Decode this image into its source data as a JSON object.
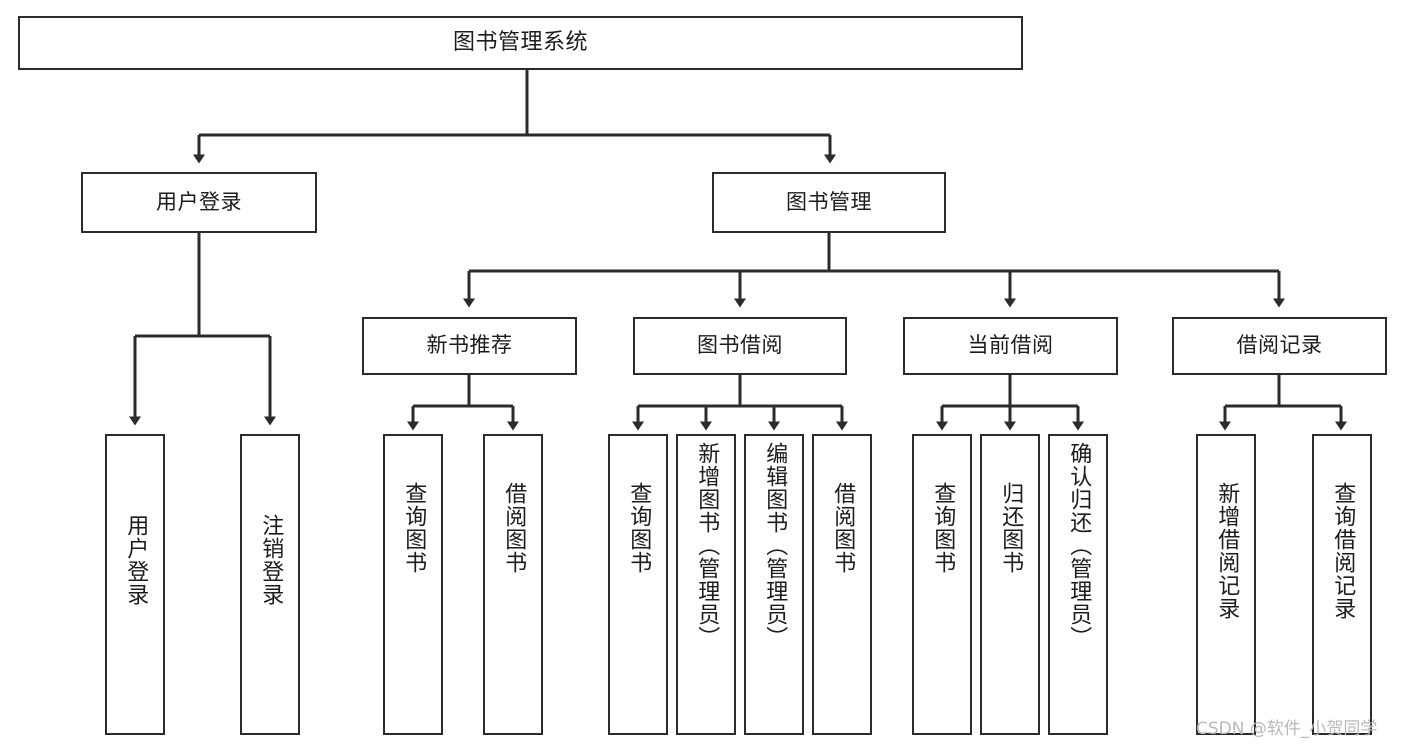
{
  "diagram": {
    "title": "图书管理系统",
    "type": "tree",
    "watermark": "CSDN @软件_小贺同学",
    "colors": {
      "box_border": "#2b2b2b",
      "box_fill": "#ffffff",
      "connector": "#2b2b2b",
      "text": "#1c1c1c",
      "watermark": "#b9b9b9"
    },
    "levels": {
      "root": "图书管理系统",
      "level2": [
        "用户登录",
        "图书管理"
      ],
      "level3": [
        "新书推荐",
        "图书借阅",
        "当前借阅",
        "借阅记录"
      ]
    },
    "nodes": {
      "root": {
        "label": "图书管理系统"
      },
      "user_login": {
        "label": "用户登录"
      },
      "book_manage": {
        "label": "图书管理"
      },
      "new_book_rec": {
        "label": "新书推荐"
      },
      "book_borrow": {
        "label": "图书借阅"
      },
      "current_borrow": {
        "label": "当前借阅"
      },
      "borrow_record": {
        "label": "借阅记录"
      },
      "leaf_user_login": {
        "label": "用户登录"
      },
      "leaf_logout": {
        "label": "注销登录"
      },
      "leaf_query_book_1": {
        "label": "查询图书"
      },
      "leaf_borrow_book_1": {
        "label": "借阅图书"
      },
      "leaf_query_book_2": {
        "label": "查询图书"
      },
      "leaf_add_book_admin": {
        "label": "新增图书（管理员）"
      },
      "leaf_edit_book_admin": {
        "label": "编辑图书（管理员）"
      },
      "leaf_borrow_book_2": {
        "label": "借阅图书"
      },
      "leaf_query_book_3": {
        "label": "查询图书"
      },
      "leaf_return_book": {
        "label": "归还图书"
      },
      "leaf_confirm_return_admin": {
        "label": "确认归还（管理员）"
      },
      "leaf_add_record": {
        "label": "新增借阅记录"
      },
      "leaf_query_record": {
        "label": "查询借阅记录"
      }
    },
    "edges": [
      {
        "from": "root",
        "to": "用户登录"
      },
      {
        "from": "root",
        "to": "图书管理"
      },
      {
        "from": "用户登录",
        "to": "用户登录(叶)"
      },
      {
        "from": "用户登录",
        "to": "注销登录"
      },
      {
        "from": "图书管理",
        "to": "新书推荐"
      },
      {
        "from": "图书管理",
        "to": "图书借阅"
      },
      {
        "from": "图书管理",
        "to": "当前借阅"
      },
      {
        "from": "图书管理",
        "to": "借阅记录"
      },
      {
        "from": "新书推荐",
        "to": "查询图书"
      },
      {
        "from": "新书推荐",
        "to": "借阅图书"
      },
      {
        "from": "图书借阅",
        "to": "查询图书"
      },
      {
        "from": "图书借阅",
        "to": "新增图书（管理员）"
      },
      {
        "from": "图书借阅",
        "to": "编辑图书（管理员）"
      },
      {
        "from": "图书借阅",
        "to": "借阅图书"
      },
      {
        "from": "当前借阅",
        "to": "查询图书"
      },
      {
        "from": "当前借阅",
        "to": "归还图书"
      },
      {
        "from": "当前借阅",
        "to": "确认归还（管理员）"
      },
      {
        "from": "借阅记录",
        "to": "新增借阅记录"
      },
      {
        "from": "借阅记录",
        "to": "查询借阅记录"
      }
    ]
  }
}
